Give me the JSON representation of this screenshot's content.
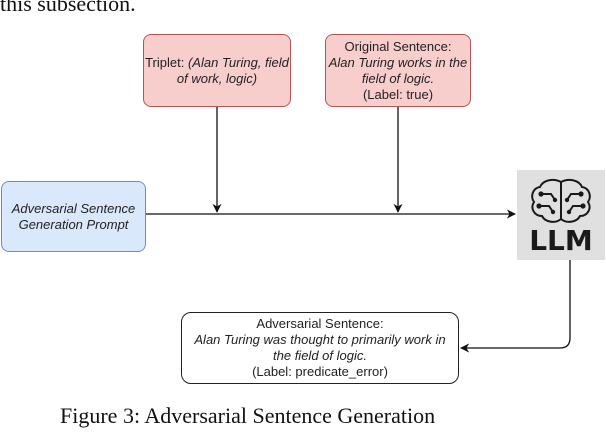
{
  "header_fragment": "this subsection.",
  "nodes": {
    "triplet": {
      "label": "Triplet:",
      "value": "(Alan Turing, field of work, logic)"
    },
    "original_sentence": {
      "title": "Original Sentence:",
      "text": "Alan Turing works in the field of logic.",
      "label": "(Label: true)"
    },
    "prompt": {
      "text": "Adversarial Sentence Generation Prompt"
    },
    "llm": {
      "label": "LLM",
      "icon": "brain-circuit-icon"
    },
    "adversarial_sentence": {
      "title": "Adversarial Sentence:",
      "text": "Alan Turing was thought to primarily work in the field of logic.",
      "label": "(Label: predicate_error)"
    }
  },
  "caption": "Figure 3: Adversarial Sentence Generation",
  "colors": {
    "input_fill": "#f8cecc",
    "input_border": "#b85450",
    "prompt_fill": "#dae8fc",
    "prompt_border": "#6c8ebf",
    "llm_bg": "#e0e0e0"
  }
}
